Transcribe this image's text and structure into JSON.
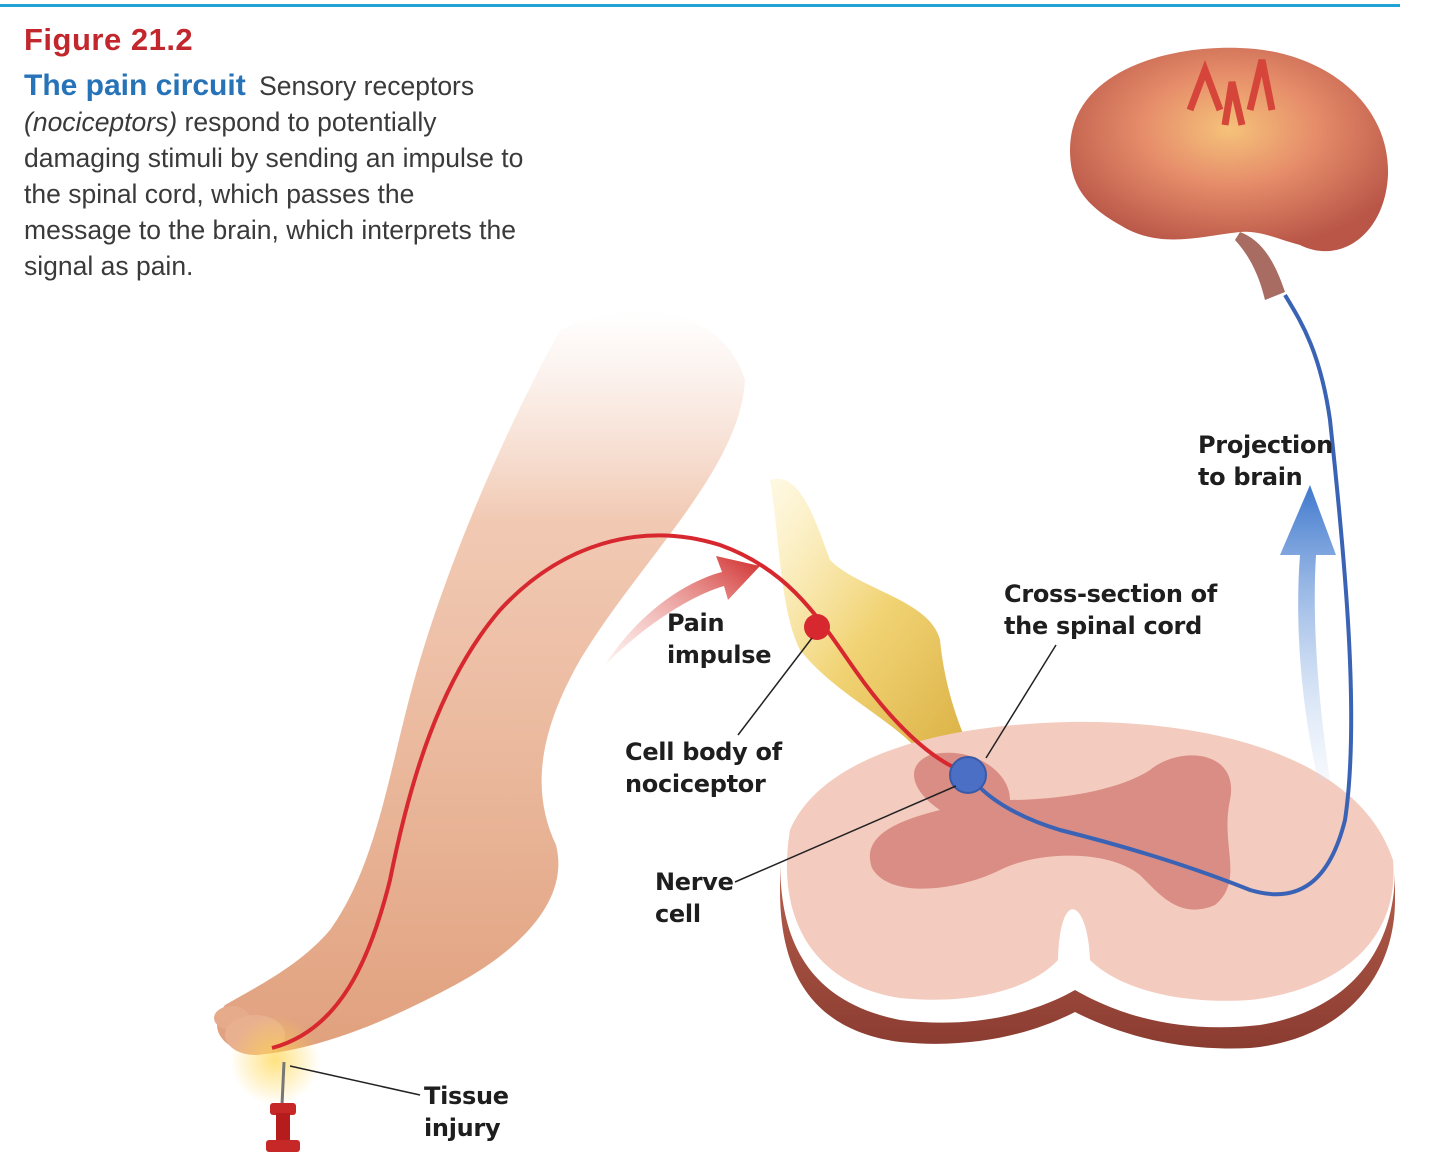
{
  "figure": {
    "label": "Figure 21.2",
    "title": "The pain circuit",
    "text_1": "Sensory receptors",
    "text_italic": "(nociceptors)",
    "text_2": "respond to potentially damaging stimuli by sending an impulse to the spinal cord, which passes the message to the brain, which interprets the signal as pain."
  },
  "labels": {
    "projection_line1": "Projection",
    "projection_line2": "to brain",
    "cross_section_line1": "Cross-section of",
    "cross_section_line2": "the spinal cord",
    "pain_impulse_line1": "Pain",
    "pain_impulse_line2": "impulse",
    "cell_body_line1": "Cell body of",
    "cell_body_line2": "nociceptor",
    "nerve_cell_line1": "Nerve",
    "nerve_cell_line2": "cell",
    "tissue_injury_line1": "Tissue",
    "tissue_injury_line2": "injury"
  },
  "colors": {
    "caption_label": "#c2272d",
    "caption_title": "#2673b8",
    "rule": "#1fa3d4",
    "pain_path": "#d7282f",
    "nerve_path": "#3a63b5"
  }
}
